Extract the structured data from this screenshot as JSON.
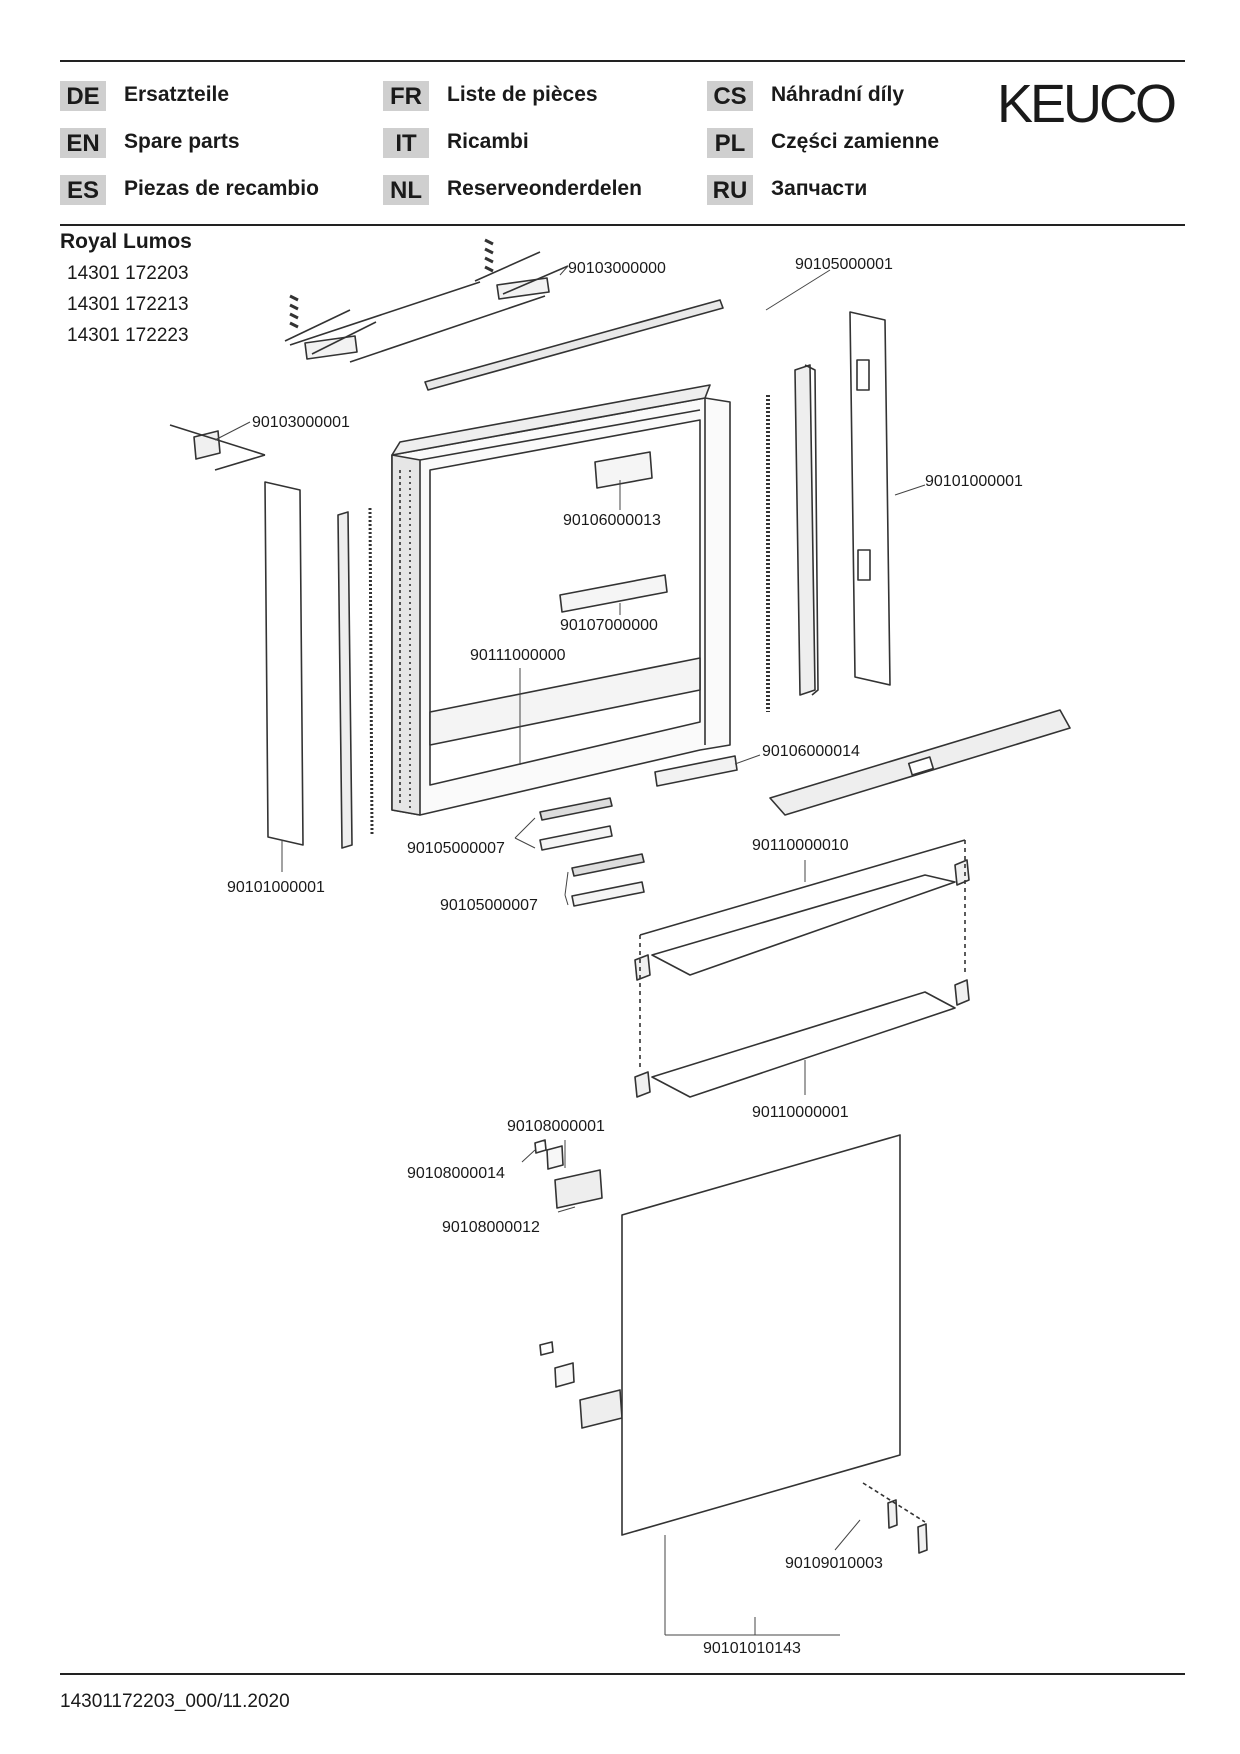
{
  "header": {
    "languages": [
      {
        "code": "DE",
        "name": "Ersatzteile"
      },
      {
        "code": "EN",
        "name": "Spare parts"
      },
      {
        "code": "ES",
        "name": "Piezas de recambio"
      },
      {
        "code": "FR",
        "name": "Liste de pièces"
      },
      {
        "code": "IT",
        "name": "Ricambi"
      },
      {
        "code": "NL",
        "name": "Reserveonderdelen"
      },
      {
        "code": "CS",
        "name": "Náhradní díly"
      },
      {
        "code": "PL",
        "name": "Części zamienne"
      },
      {
        "code": "RU",
        "name": "Запчасти"
      }
    ],
    "logo": "KEUCO"
  },
  "product": {
    "name": "Royal Lumos",
    "articles": [
      "14301 172203",
      "14301 172213",
      "14301 172223"
    ]
  },
  "parts": {
    "p01": "90103000000",
    "p02": "90105000001",
    "p03": "90103000001",
    "p04": "90101000001",
    "p05": "90106000013",
    "p06": "90107000000",
    "p07": "90111000000",
    "p08": "90106000014",
    "p09": "90105000007",
    "p10": "90110000010",
    "p11": "90101000001",
    "p12": "90105000007",
    "p13": "90110000001",
    "p14": "90108000001",
    "p15": "90108000014",
    "p16": "90108000012",
    "p17": "90109010003",
    "p18": "90101010143"
  },
  "footer": {
    "doc_id": "14301172203_000/11.2020"
  }
}
